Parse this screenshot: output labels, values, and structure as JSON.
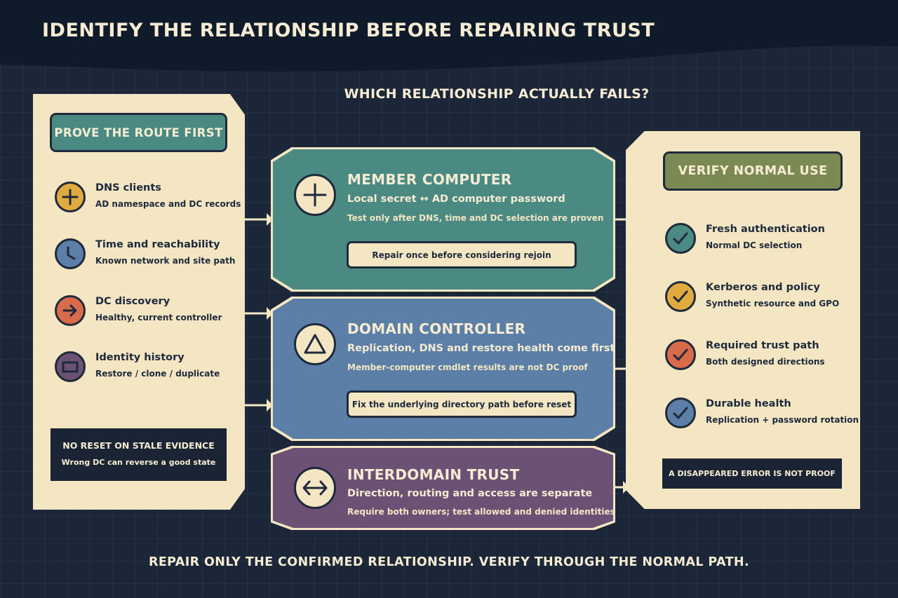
{
  "title": "IDENTIFY THE RELATIONSHIP BEFORE REPAIRING TRUST",
  "subtitle": "WHICH RELATIONSHIP ACTUALLY FAILS?",
  "footer": "REPAIR ONLY THE CONFIRMED RELATIONSHIP. VERIFY THROUGH THE NORMAL PATH.",
  "colors": {
    "background": "#1b2639",
    "header": "#0f1a2b",
    "panel": "#f4e6c2",
    "teal": "#4a8a82",
    "blue": "#5b7fa6",
    "purple": "#6b5275",
    "olive": "#7b8a52",
    "yellow": "#e0aa3e",
    "orange": "#d96a4a",
    "ink": "#1e2a3c"
  },
  "left_panel": {
    "heading": "PROVE THE ROUTE FIRST",
    "items": [
      {
        "title": "DNS clients",
        "sub": "AD namespace and DC records",
        "icon": "plus-icon"
      },
      {
        "title": "Time and reachability",
        "sub": "Known network and site path",
        "icon": "clock-icon"
      },
      {
        "title": "DC discovery",
        "sub": "Healthy, current controller",
        "icon": "arrow-right-icon"
      },
      {
        "title": "Identity history",
        "sub": "Restore / clone / duplicate",
        "icon": "rectangle-icon"
      }
    ],
    "warning_title": "NO RESET ON STALE EVIDENCE",
    "warning_sub": "Wrong DC can reverse a good state"
  },
  "cards": [
    {
      "title": "MEMBER COMPUTER",
      "sub": "Local secret ↔ AD computer password",
      "note": "Test only after DNS, time and DC selection are proven",
      "action": "Repair once before considering rejoin",
      "icon": "plus-icon"
    },
    {
      "title": "DOMAIN CONTROLLER",
      "sub": "Replication, DNS and restore health come first",
      "note": "Member-computer cmdlet results are not DC proof",
      "action": "Fix the underlying directory path before reset",
      "icon": "triangle-icon"
    },
    {
      "title": "INTERDOMAIN TRUST",
      "sub": "Direction, routing and access are separate",
      "note": "Require both owners; test allowed and denied identities",
      "icon": "bidirectional-arrow-icon"
    }
  ],
  "right_panel": {
    "heading": "VERIFY NORMAL USE",
    "items": [
      {
        "title": "Fresh authentication",
        "sub": "Normal DC selection",
        "icon": "check-icon"
      },
      {
        "title": "Kerberos and policy",
        "sub": "Synthetic resource and GPO",
        "icon": "check-icon"
      },
      {
        "title": "Required trust path",
        "sub": "Both designed directions",
        "icon": "check-icon"
      },
      {
        "title": "Durable health",
        "sub": "Replication + password rotation",
        "icon": "check-icon"
      }
    ],
    "warning": "A DISAPPEARED ERROR IS NOT PROOF"
  }
}
